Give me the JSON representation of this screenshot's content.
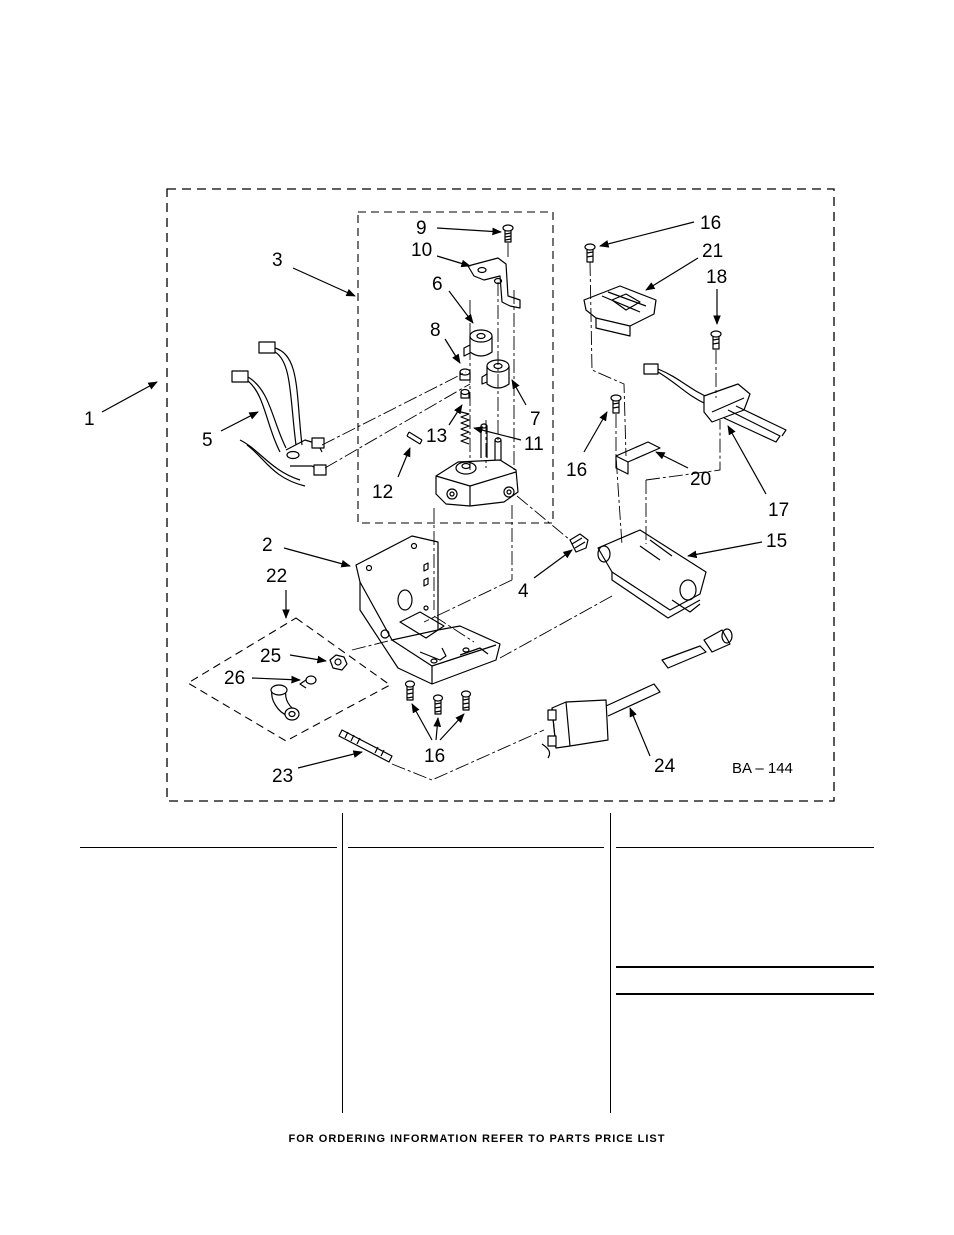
{
  "diagram": {
    "code": "BA – 144",
    "callouts": {
      "c1": "1",
      "c2": "2",
      "c3": "3",
      "c4": "4",
      "c5": "5",
      "c6": "6",
      "c7": "7",
      "c8": "8",
      "c9": "9",
      "c10": "10",
      "c11": "11",
      "c12": "12",
      "c13": "13",
      "c15": "15",
      "c16a": "16",
      "c16b": "16",
      "c16c": "16",
      "c17": "17",
      "c18": "18",
      "c20": "20",
      "c21": "21",
      "c22": "22",
      "c23": "23",
      "c24": "24",
      "c25": "25",
      "c26": "26"
    }
  },
  "footer": {
    "text": "FOR ORDERING INFORMATION REFER TO PARTS PRICE LIST"
  }
}
